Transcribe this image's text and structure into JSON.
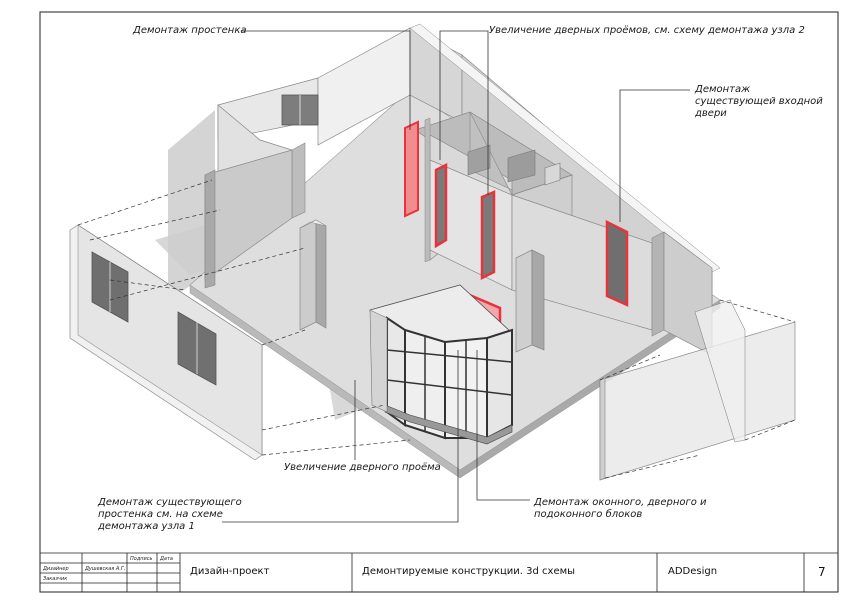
{
  "callouts": {
    "partition_removal": "Демонтаж простенка",
    "door_openings_enlarge": "Увеличение дверных проёмов, см. схему демонтажа узла 2",
    "entrance_door_removal": "Демонтаж\nсуществующей входной\nдвери",
    "door_opening_enlarge": "Увеличение дверного проёма",
    "existing_partition_removal": "Демонтаж существующего\nпростенка см. на схеме\nдемонтажа узла 1",
    "window_block_removal": "Демонтаж оконного, дверного и\nподоконного блоков"
  },
  "title_block": {
    "col_signature": "Подпись",
    "col_date": "Дата",
    "row_designer": "Дизайнер",
    "designer_name": "Душевская А.Г.",
    "row_client": "Заказчик",
    "project_type": "Дизайн-проект",
    "sheet_title": "Демонтируемые конструкции. 3d схемы",
    "company": "ADDesign",
    "sheet_number": "7"
  },
  "colors": {
    "frame": "#222222",
    "wall_light": "#e9e9e9",
    "wall_mid": "#cfcfcf",
    "wall_dark": "#b8b8b8",
    "floor": "#dcdcdc",
    "shadow": "#c4c4c4",
    "demolition_red": "#e8333c",
    "leader": "#333333"
  }
}
